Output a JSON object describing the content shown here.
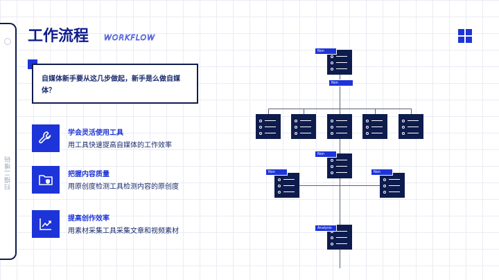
{
  "header": {
    "title": "工作流程",
    "subtitle": "WORKFLOW"
  },
  "side_label": "扫描二维码",
  "question": "自媒体新手要从这几步做起，新手是么做自媒体？",
  "features": [
    {
      "title": "学会灵活使用工具",
      "desc": "用工具快速提高自媒体的工作效率",
      "icon": "wrench-icon"
    },
    {
      "title": "把握内容质量",
      "desc": "用原创度检测工具检测内容的原创度",
      "icon": "folder-shield-icon"
    },
    {
      "title": "提高创作效率",
      "desc": "用素材采集工具采集文章和视频素材",
      "icon": "chart-trend-icon"
    }
  ],
  "flow": {
    "tags": [
      "Non",
      "Non",
      "Non",
      "Non",
      "Non",
      "Analysis"
    ]
  },
  "colors": {
    "accent": "#1d34d8",
    "dark": "#0e1b4d",
    "title": "#0e1b8c"
  }
}
